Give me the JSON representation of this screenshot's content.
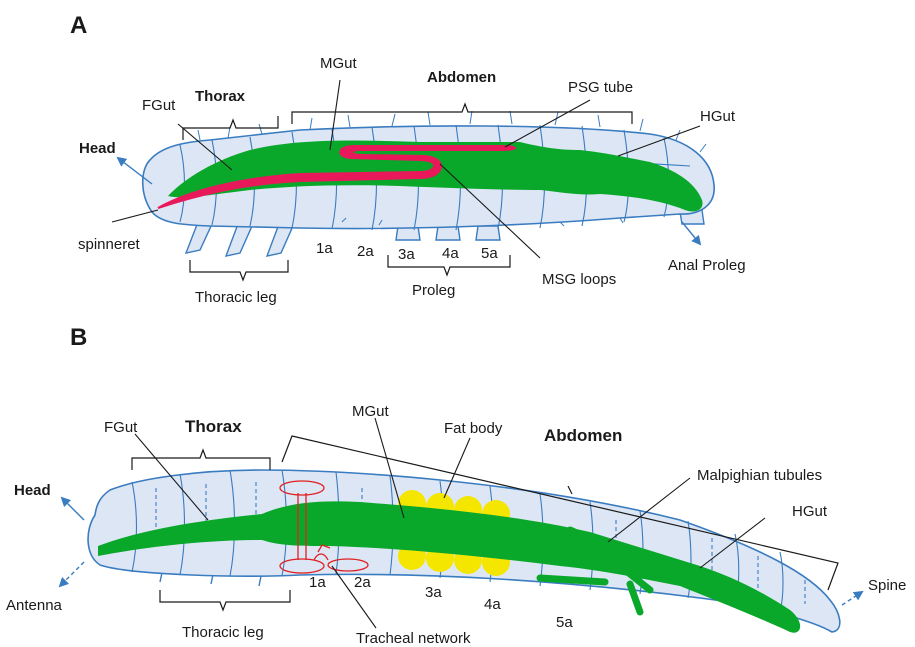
{
  "panel_a": {
    "letter": "A",
    "labels": {
      "head": "Head",
      "thorax": "Thorax",
      "abdomen": "Abdomen",
      "fgut": "FGut",
      "mgut": "MGut",
      "hgut": "HGut",
      "psg_tube": "PSG tube",
      "msg_loops": "MSG loops",
      "spinneret": "spinneret",
      "thoracic_leg": "Thoracic leg",
      "proleg": "Proleg",
      "anal_proleg": "Anal Proleg",
      "seg_1a": "1a",
      "seg_2a": "2a",
      "seg_3a": "3a",
      "seg_4a": "4a",
      "seg_5a": "5a"
    }
  },
  "panel_b": {
    "letter": "B",
    "labels": {
      "head": "Head",
      "thorax": "Thorax",
      "abdomen": "Abdomen",
      "fgut": "FGut",
      "mgut": "MGut",
      "hgut": "HGut",
      "fat_body": "Fat body",
      "malpighian": "Malpighian tubules",
      "antenna": "Antenna",
      "spine": "Spine",
      "thoracic_leg": "Thoracic leg",
      "tracheal": "Tracheal network",
      "seg_1a": "1a",
      "seg_2a": "2a",
      "seg_3a": "3a",
      "seg_4a": "4a",
      "seg_5a": "5a"
    }
  },
  "colors": {
    "body_fill": "#dde6f5",
    "body_outline": "#3a7cc0",
    "gut": "#0aa82a",
    "silk_gland": "#e8195a",
    "fat_body": "#f5e600",
    "trachea": "#e02020",
    "arrow": "#3a7cc0",
    "leader_line": "#1a1a1a"
  }
}
